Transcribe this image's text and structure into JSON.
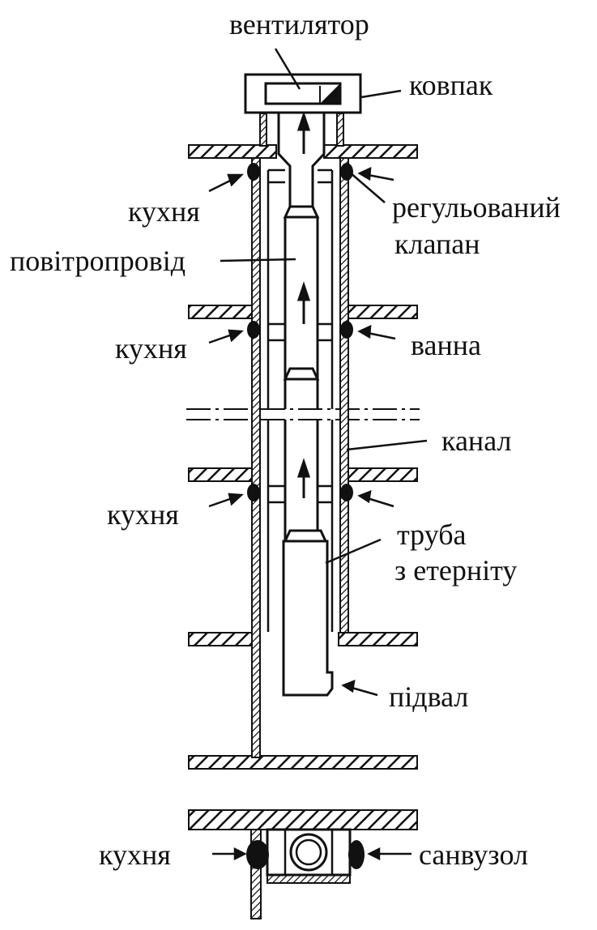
{
  "labels": {
    "ventilator": "вентилятор",
    "kovpak": "ковпак",
    "kukhnia": "кухня",
    "rehulovanyi_1": "регульований",
    "rehulovanyi_2": "клапан",
    "povitroprovid": "повітропровід",
    "vanna": "ванна",
    "kanal": "канал",
    "truba_1": "труба",
    "truba_2": "з етерніту",
    "pidval": "підвал",
    "sanvuzol": "санвузол"
  },
  "colors": {
    "ink": "#111111",
    "background": "#ffffff"
  }
}
